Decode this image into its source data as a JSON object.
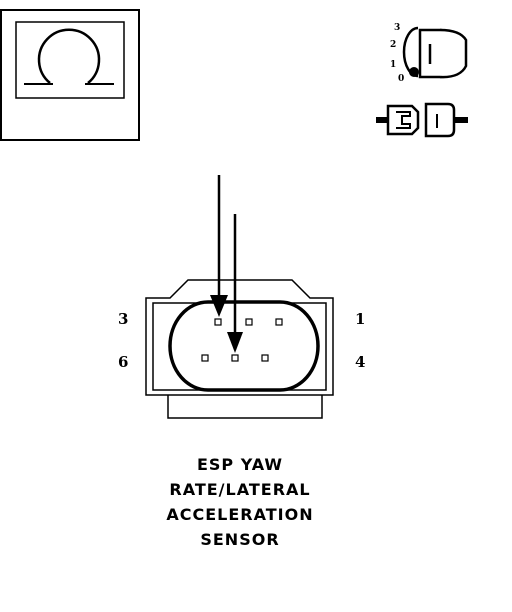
{
  "symbol": {
    "name": "ohm-icon"
  },
  "key_switch": {
    "positions": [
      "3",
      "2",
      "1",
      "0"
    ]
  },
  "connector": {
    "pin_labels": {
      "left_top": "3",
      "left_bottom": "6",
      "right_top": "1",
      "right_bottom": "4"
    }
  },
  "caption": {
    "lines": [
      "ESP YAW",
      "RATE/LATERAL",
      "ACCELERATION",
      "SENSOR"
    ]
  }
}
